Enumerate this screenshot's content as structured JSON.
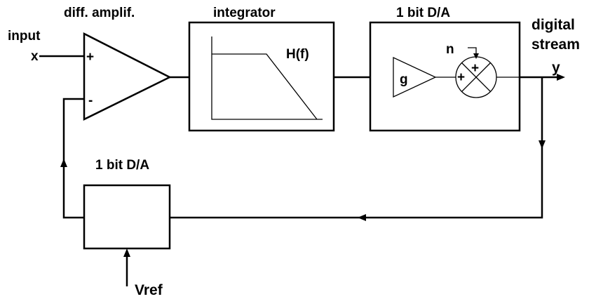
{
  "labels": {
    "input": "input",
    "x": "x",
    "diff_amplifier": "diff. amplif.",
    "plus_input": "+",
    "minus_input": "-",
    "integrator": "integrator",
    "transfer_function": "H(f)",
    "dac_top": "1 bit D/A",
    "gain": "g",
    "noise": "n",
    "sum_plus_top": "+",
    "sum_plus_left": "+",
    "digital": "digital",
    "stream": "stream",
    "y": "y",
    "dac_bottom": "1 bit D/A",
    "vref": "Vref"
  }
}
